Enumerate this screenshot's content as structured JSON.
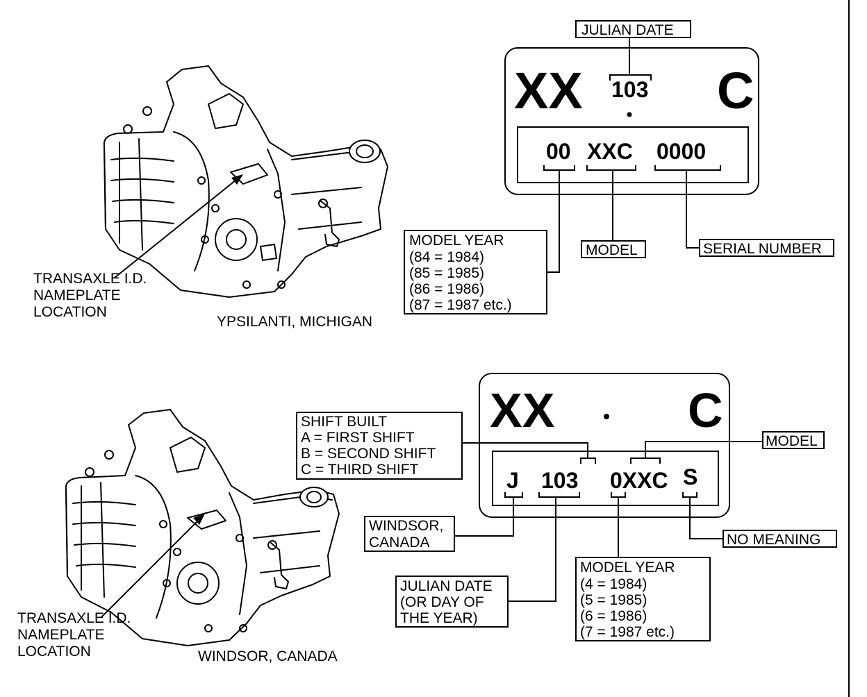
{
  "top": {
    "callout_julian": "JULIAN DATE",
    "plate_left": "XX",
    "plate_date": "103",
    "plate_right": "C",
    "code_year": "00",
    "code_model": "XXC",
    "code_serial": "0000",
    "model_year_box": [
      "MODEL YEAR",
      "(84  =  1984)",
      "(85  =  1985)",
      "(86  =  1986)",
      "(87  =  1987 etc.)"
    ],
    "callout_model": "MODEL",
    "callout_serial": "SERIAL NUMBER",
    "nameplate_label": [
      "TRANSAXLE I.D.",
      "NAMEPLATE",
      "LOCATION"
    ],
    "location_caption": "YPSILANTI, MICHIGAN"
  },
  "bottom": {
    "plate_left": "XX",
    "plate_right": "C",
    "code_plant": "J",
    "code_date": "103",
    "code_model": "0XXC",
    "code_s": "S",
    "shift_box": [
      "SHIFT BUILT",
      "A  =  FIRST SHIFT",
      "B  =  SECOND SHIFT",
      "C  =  THIRD SHIFT"
    ],
    "callout_model": "MODEL",
    "windsor_box": [
      "WINDSOR,",
      "CANADA"
    ],
    "no_meaning_box": "NO MEANING",
    "julian_box": [
      "JULIAN DATE",
      "(OR DAY OF",
      "THE YEAR)"
    ],
    "model_year_box": [
      "MODEL YEAR",
      "(4  =  1984)",
      "(5  =  1985)",
      "(6  =  1986)",
      "(7  =  1987 etc.)"
    ],
    "nameplate_label": [
      "TRANSAXLE I.D.",
      "NAMEPLATE",
      "LOCATION"
    ],
    "location_caption": "WINDSOR, CANADA"
  }
}
